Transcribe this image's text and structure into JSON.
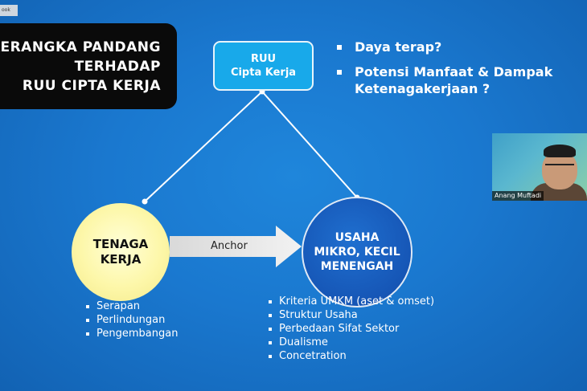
{
  "window": {
    "tag_label": "ook"
  },
  "title": {
    "line1": "KERANGKA PANDANG",
    "line2": "TERHADAP",
    "line3": "RUU CIPTA KERJA"
  },
  "ruu_box": {
    "line1": "RUU",
    "line2": "Cipta Kerja"
  },
  "top_bullets": [
    {
      "text": "Daya terap?"
    },
    {
      "text": "Potensi Manfaat & Dampak"
    },
    {
      "text": "Ketenagakerjaan ?"
    }
  ],
  "tenaga_kerja": {
    "line1": "TENAGA",
    "line2": "KERJA"
  },
  "anchor_label": "Anchor",
  "umkm": {
    "line1": "USAHA",
    "line2": "MIKRO, KECIL",
    "line3": "MENENGAH"
  },
  "tenaga_list": [
    "Serapan",
    "Perlindungan",
    "Pengembangan"
  ],
  "umkm_list": [
    "Kriteria UMKM (aset & omset)",
    "Struktur Usaha",
    "Perbedaan Sifat Sektor",
    "Dualisme",
    "Concetration"
  ],
  "webcam": {
    "participant_name": "Anang Muftadi"
  },
  "colors": {
    "background": "#1a78cf",
    "ruu_box": "#18a9ea",
    "tenaga_circle": "#fdf7a9",
    "umkm_circle": "#1656b6",
    "title_box": "#0a0a0a"
  }
}
